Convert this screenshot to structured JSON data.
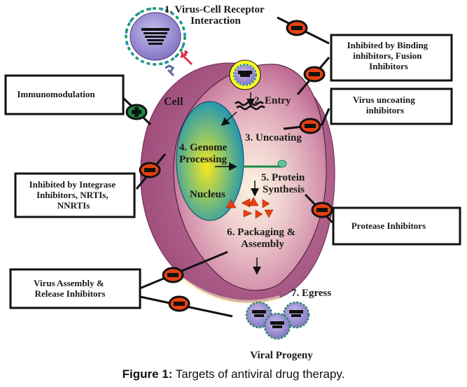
{
  "figure": {
    "caption_label": "Figure 1:",
    "caption_text": " Targets of antiviral drug therapy."
  },
  "stages": {
    "s1_line1": "1. Virus-Cell Receptor",
    "s1_line2": "Interaction",
    "s2": "2. Entry",
    "s3": "3. Uncoating",
    "s4_line1": "4. Genome",
    "s4_line2": "Processing",
    "s5_line1": "5. Protein",
    "s5_line2": "Synthesis",
    "s6_line1": "6. Packaging &",
    "s6_line2": "Assembly",
    "s7": "7. Egress"
  },
  "labels": {
    "cell": "Cell",
    "nucleus": "Nucleus",
    "viral_progeny": "Viral Progeny"
  },
  "boxes": {
    "binding": [
      "Inhibited by Binding",
      "inhibitors, Fusion",
      "Inhibitors"
    ],
    "uncoating": [
      "Virus uncoating",
      "inhibitors"
    ],
    "immuno": [
      "Immunomodulation"
    ],
    "integrase": [
      "Inhibited by Integrase",
      "Inhibitors, NRTIs,",
      "NNRTIs"
    ],
    "protease": [
      "Protease Inhibitors"
    ],
    "assembly": [
      "Virus Assembly &",
      "Release Inhibitors"
    ]
  },
  "markers": {
    "inhibit_symbol": "minus",
    "stimulate_symbol": "plus"
  },
  "colors": {
    "cell_outer": "#9c4a78",
    "cell_inner": "#e8b8c8",
    "nucleus_edge": "#1a8fb0",
    "nucleus_center": "#f0e020",
    "inhibit_marker": "#e84010",
    "stimulate_marker": "#1a8a4a",
    "protein": "#e84010",
    "virus": "#9a8ad0"
  }
}
